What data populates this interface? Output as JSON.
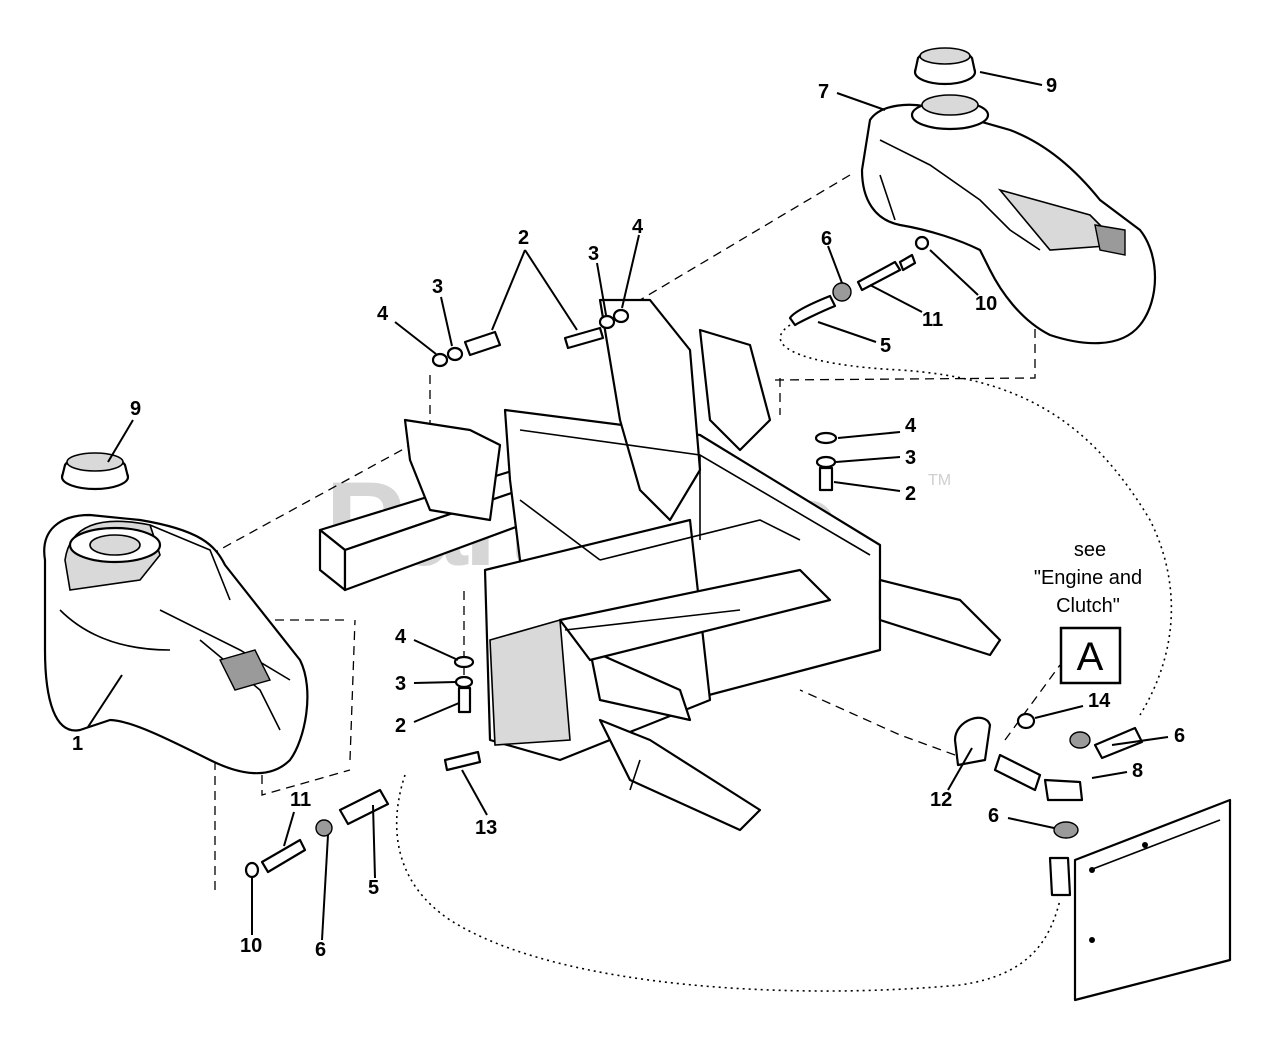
{
  "watermark": {
    "brand": "PartsTree",
    "trademark": "TM"
  },
  "callouts": [
    {
      "id": "c1",
      "label": "1"
    },
    {
      "id": "c9a",
      "label": "9"
    },
    {
      "id": "c9b",
      "label": "9"
    },
    {
      "id": "c7",
      "label": "7"
    },
    {
      "id": "c4a",
      "label": "4"
    },
    {
      "id": "c3a",
      "label": "3"
    },
    {
      "id": "c2a",
      "label": "2"
    },
    {
      "id": "c3b",
      "label": "3"
    },
    {
      "id": "c4b",
      "label": "4"
    },
    {
      "id": "c6a",
      "label": "6"
    },
    {
      "id": "c11a",
      "label": "11"
    },
    {
      "id": "c10a",
      "label": "10"
    },
    {
      "id": "c5a",
      "label": "5"
    },
    {
      "id": "c4c",
      "label": "4"
    },
    {
      "id": "c3c",
      "label": "3"
    },
    {
      "id": "c2b",
      "label": "2"
    },
    {
      "id": "c4d",
      "label": "4"
    },
    {
      "id": "c3d",
      "label": "3"
    },
    {
      "id": "c2c",
      "label": "2"
    },
    {
      "id": "c13",
      "label": "13"
    },
    {
      "id": "c11b",
      "label": "11"
    },
    {
      "id": "c5b",
      "label": "5"
    },
    {
      "id": "c10b",
      "label": "10"
    },
    {
      "id": "c6b",
      "label": "6"
    },
    {
      "id": "c14",
      "label": "14"
    },
    {
      "id": "c6c",
      "label": "6"
    },
    {
      "id": "c8",
      "label": "8"
    },
    {
      "id": "c12",
      "label": "12"
    },
    {
      "id": "c6d",
      "label": "6"
    }
  ],
  "reference_note": {
    "lines": [
      "see",
      "\"Engine and",
      "Clutch\""
    ],
    "ref_letter": "A"
  }
}
